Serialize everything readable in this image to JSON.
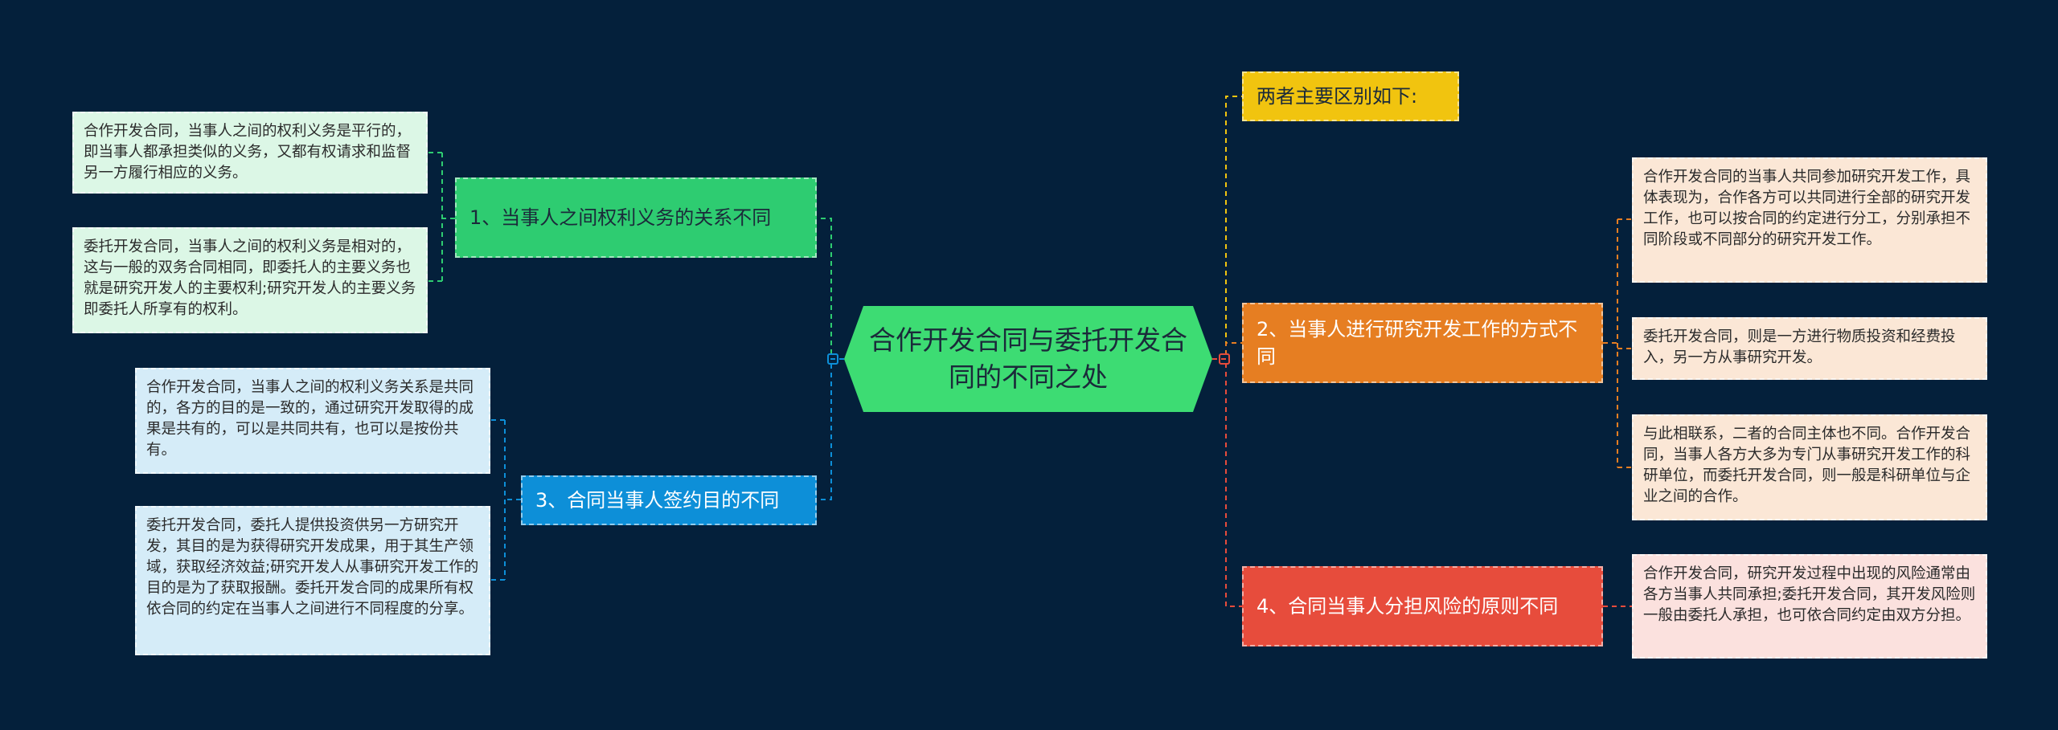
{
  "root": {
    "title": "合作开发合同与委托开发合同的不同之处",
    "color": "#3ddc73"
  },
  "branches": [
    {
      "id": "b1",
      "label": "1、当事人之间权利义务的关系不同",
      "color": "#2ecc71",
      "text_color": "#1b2a3a",
      "leaves": [
        "合作开发合同，当事人之间的权利义务是平行的，即当事人都承担类似的义务，又都有权请求和监督另一方履行相应的义务。",
        "委托开发合同，当事人之间的权利义务是相对的，这与一般的双务合同相同，即委托人的主要义务也就是研究开发人的主要权利;研究开发人的主要义务即委托人所享有的权利。"
      ]
    },
    {
      "id": "b3",
      "label": "3、合同当事人签约目的不同",
      "color": "#0d8fd8",
      "text_color": "#ffffff",
      "leaves": [
        "合作开发合同，当事人之间的权利义务关系是共同的，各方的目的是一致的，通过研究开发取得的成果是共有的，可以是共同共有，也可以是按份共有。",
        "委托开发合同，委托人提供投资供另一方研究开发，其目的是为获得研究开发成果，用于其生产领域，获取经济效益;研究开发人从事研究开发工作的目的是为了获取报酬。委托开发合同的成果所有权依合同的约定在当事人之间进行不同程度的分享。"
      ]
    },
    {
      "id": "b0",
      "label": "两者主要区别如下:",
      "color": "#f1c40f",
      "text_color": "#1b2a3a",
      "leaves": []
    },
    {
      "id": "b2",
      "label": "2、当事人进行研究开发工作的方式不同",
      "color": "#e67e22",
      "text_color": "#ffffff",
      "leaves": [
        "合作开发合同的当事人共同参加研究开发工作，具体表现为，合作各方可以共同进行全部的研究开发工作，也可以按合同的约定进行分工，分别承担不同阶段或不同部分的研究开发工作。",
        "委托开发合同，则是一方进行物质投资和经费投入，另一方从事研究开发。",
        "与此相联系，二者的合同主体也不同。合作开发合同，当事人各方大多为专门从事研究开发工作的科研单位，而委托开发合同，则一般是科研单位与企业之间的合作。"
      ]
    },
    {
      "id": "b4",
      "label": "4、合同当事人分担风险的原则不同",
      "color": "#e74c3c",
      "text_color": "#ffffff",
      "leaves": [
        "合作开发合同，研究开发过程中出现的风险通常由各方当事人共同承担;委托开发合同，其开发风险则一般由委托人承担，也可依合同约定由双方分担。"
      ]
    }
  ],
  "colors": {
    "background": "#04203b",
    "leaf_green": "#dcf7e6",
    "leaf_blue": "#d5ecf8",
    "leaf_orange": "#fbe7d6",
    "leaf_red": "#fbe1de"
  }
}
